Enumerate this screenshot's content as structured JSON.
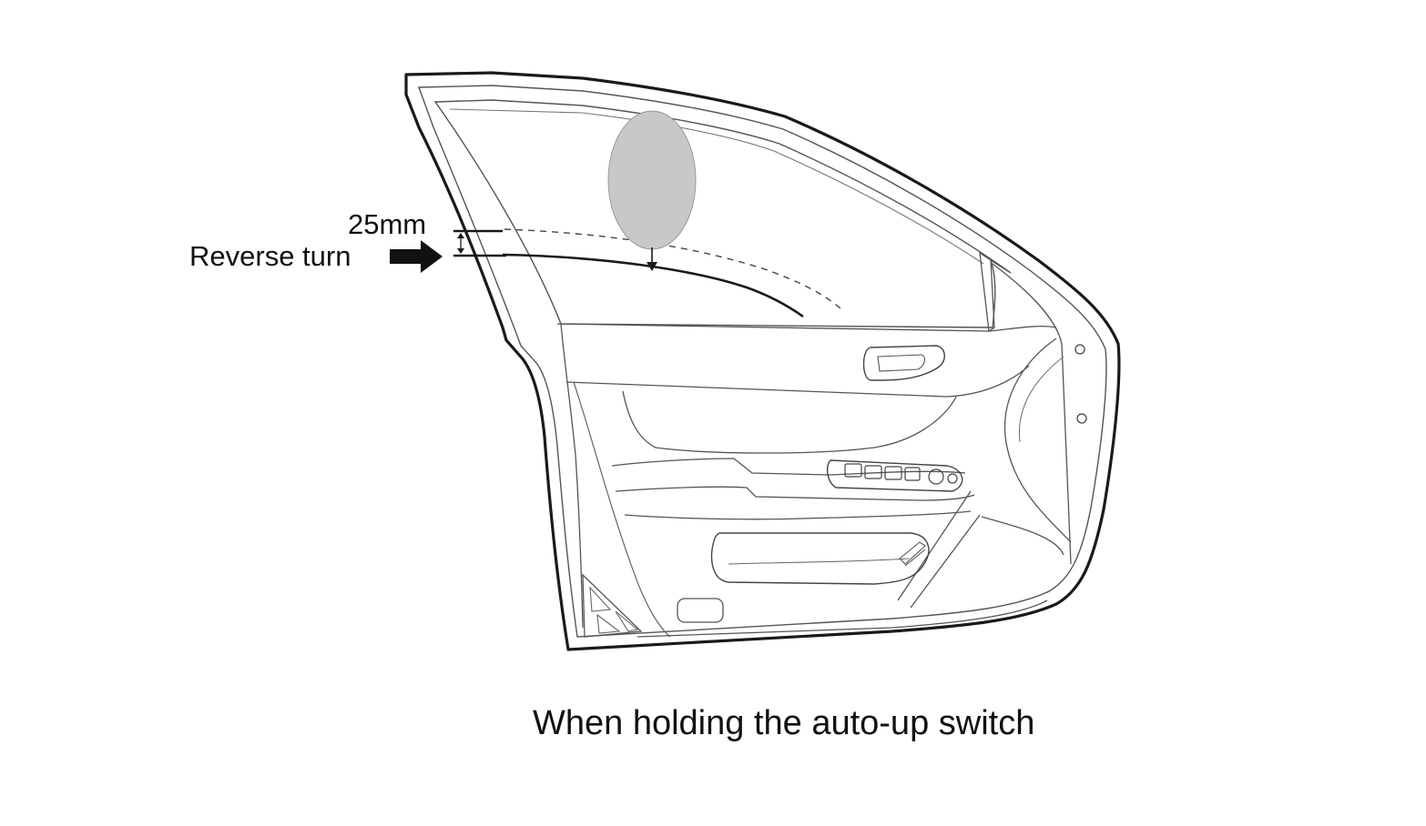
{
  "annotations": {
    "gap_label": "25mm",
    "reverse_label": "Reverse turn"
  },
  "caption": "When holding the auto-up switch",
  "colors": {
    "line": "#1a1a1a",
    "thin_line": "#555555",
    "obstacle_fill": "#c8c8c8",
    "background": "#ffffff"
  }
}
